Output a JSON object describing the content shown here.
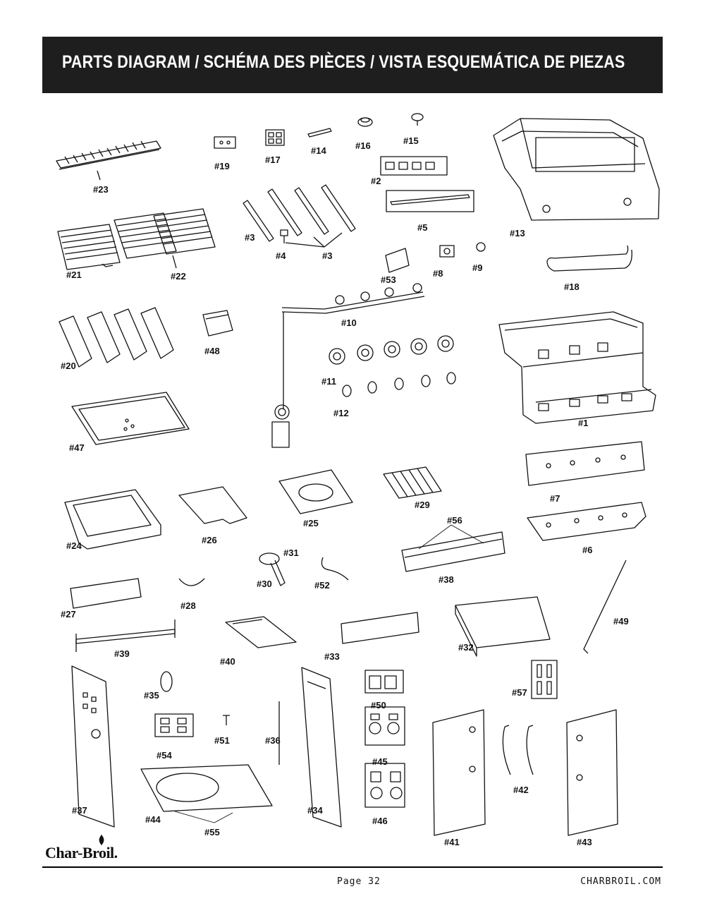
{
  "header": {
    "title": "PARTS DIAGRAM / SCHÉMA DES PIÈCES / VISTA ESQUEMÁTICA DE PIEZAS"
  },
  "labels": {
    "p1": "#1",
    "p2": "#2",
    "p3a": "#3",
    "p3b": "#3",
    "p4": "#4",
    "p5": "#5",
    "p6": "#6",
    "p7": "#7",
    "p8": "#8",
    "p9": "#9",
    "p10": "#10",
    "p11": "#11",
    "p12": "#12",
    "p13": "#13",
    "p14": "#14",
    "p15": "#15",
    "p16": "#16",
    "p17": "#17",
    "p18": "#18",
    "p19": "#19",
    "p20": "#20",
    "p21": "#21",
    "p22": "#22",
    "p23": "#23",
    "p24": "#24",
    "p25": "#25",
    "p26": "#26",
    "p27": "#27",
    "p28": "#28",
    "p29": "#29",
    "p30": "#30",
    "p31": "#31",
    "p32": "#32",
    "p33": "#33",
    "p34": "#34",
    "p35": "#35",
    "p36": "#36",
    "p37": "#37",
    "p38": "#38",
    "p39": "#39",
    "p40": "#40",
    "p41": "#41",
    "p42": "#42",
    "p43": "#43",
    "p44": "#44",
    "p45": "#45",
    "p46": "#46",
    "p47": "#47",
    "p48": "#48",
    "p49": "#49",
    "p50": "#50",
    "p51": "#51",
    "p52": "#52",
    "p53": "#53",
    "p54": "#54",
    "p55": "#55",
    "p56": "#56",
    "p57": "#57"
  },
  "footer": {
    "brand": "Char-Broil.",
    "page": "Page 32",
    "site": "CHARBROIL.COM"
  }
}
